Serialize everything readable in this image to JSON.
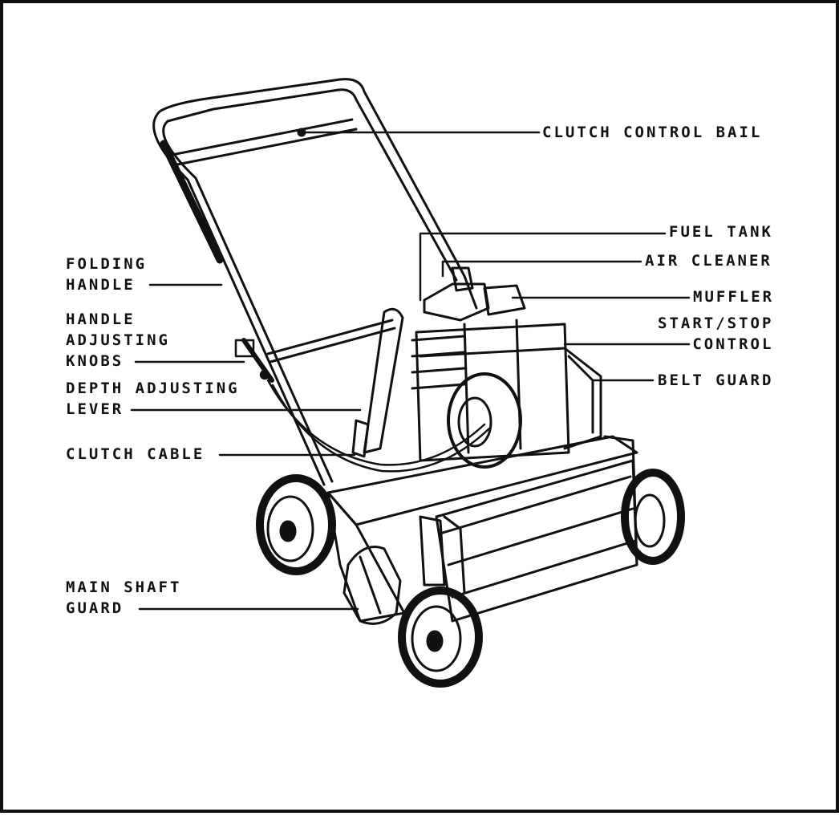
{
  "labels": {
    "clutch_control_bail": "CLUTCH CONTROL BAIL",
    "fuel_tank": "FUEL TANK",
    "air_cleaner": "AIR CLEANER",
    "muffler": "MUFFLER",
    "start_stop_control": [
      "START/STOP",
      "CONTROL"
    ],
    "belt_guard": "BELT GUARD",
    "folding_handle": [
      "FOLDING",
      "HANDLE"
    ],
    "handle_adjusting_knobs": [
      "HANDLE",
      "ADJUSTING",
      "KNOBS"
    ],
    "depth_adjusting_lever": [
      "DEPTH ADJUSTING",
      "LEVER"
    ],
    "clutch_cable": "CLUTCH CABLE",
    "main_shaft_guard": [
      "MAIN SHAFT",
      "GUARD"
    ]
  }
}
